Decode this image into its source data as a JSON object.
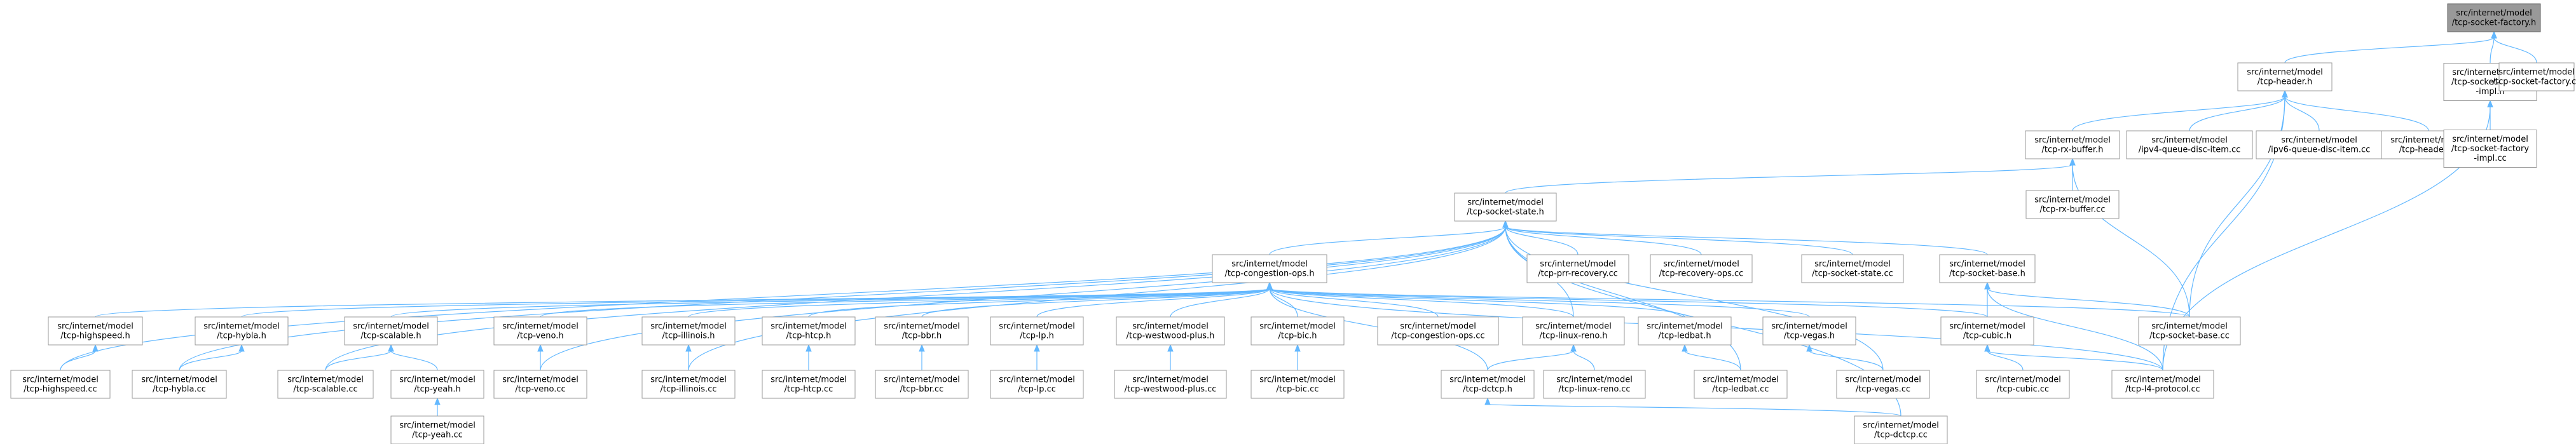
{
  "graph": {
    "colors": {
      "edge": "#63b8ff",
      "node_border": "#999999",
      "root_fill": "#999999",
      "node_fill": "#ffffff"
    },
    "nodes": [
      {
        "id": "n0",
        "lines": [
          "src/internet/model",
          "/tcp-socket-factory.h"
        ],
        "root": true
      },
      {
        "id": "n1",
        "lines": [
          "src/internet/model",
          "/tcp-header.h"
        ]
      },
      {
        "id": "n2",
        "lines": [
          "src/internet/model",
          "/tcp-socket-factory",
          "-impl.h"
        ]
      },
      {
        "id": "n3",
        "lines": [
          "src/internet/model",
          "/tcp-socket-factory.cc"
        ]
      },
      {
        "id": "n4",
        "lines": [
          "src/internet/model",
          "/tcp-rx-buffer.h"
        ]
      },
      {
        "id": "n5",
        "lines": [
          "src/internet/model",
          "/ipv4-queue-disc-item.cc"
        ]
      },
      {
        "id": "n6",
        "lines": [
          "src/internet/model",
          "/ipv6-queue-disc-item.cc"
        ]
      },
      {
        "id": "n7",
        "lines": [
          "src/internet/model",
          "/tcp-header.cc"
        ]
      },
      {
        "id": "n8",
        "lines": [
          "src/internet/model",
          "/tcp-socket-factory",
          "-impl.cc"
        ]
      },
      {
        "id": "n9",
        "lines": [
          "src/internet/model",
          "/tcp-socket-state.h"
        ]
      },
      {
        "id": "n10",
        "lines": [
          "src/internet/model",
          "/tcp-rx-buffer.cc"
        ]
      },
      {
        "id": "n11",
        "lines": [
          "src/internet/model",
          "/tcp-congestion-ops.h"
        ]
      },
      {
        "id": "n12",
        "lines": [
          "src/internet/model",
          "/tcp-prr-recovery.cc"
        ]
      },
      {
        "id": "n13",
        "lines": [
          "src/internet/model",
          "/tcp-recovery-ops.cc"
        ]
      },
      {
        "id": "n14",
        "lines": [
          "src/internet/model",
          "/tcp-socket-state.cc"
        ]
      },
      {
        "id": "n15",
        "lines": [
          "src/internet/model",
          "/tcp-socket-base.h"
        ]
      },
      {
        "id": "n16",
        "lines": [
          "src/internet/model",
          "/tcp-highspeed.h"
        ]
      },
      {
        "id": "n17",
        "lines": [
          "src/internet/model",
          "/tcp-hybla.h"
        ]
      },
      {
        "id": "n18",
        "lines": [
          "src/internet/model",
          "/tcp-scalable.h"
        ]
      },
      {
        "id": "n19",
        "lines": [
          "src/internet/model",
          "/tcp-veno.h"
        ]
      },
      {
        "id": "n20",
        "lines": [
          "src/internet/model",
          "/tcp-illinois.h"
        ]
      },
      {
        "id": "n21",
        "lines": [
          "src/internet/model",
          "/tcp-htcp.h"
        ]
      },
      {
        "id": "n22",
        "lines": [
          "src/internet/model",
          "/tcp-bbr.h"
        ]
      },
      {
        "id": "n23",
        "lines": [
          "src/internet/model",
          "/tcp-lp.h"
        ]
      },
      {
        "id": "n24",
        "lines": [
          "src/internet/model",
          "/tcp-westwood-plus.h"
        ]
      },
      {
        "id": "n25",
        "lines": [
          "src/internet/model",
          "/tcp-bic.h"
        ]
      },
      {
        "id": "n26",
        "lines": [
          "src/internet/model",
          "/tcp-congestion-ops.cc"
        ]
      },
      {
        "id": "n27",
        "lines": [
          "src/internet/model",
          "/tcp-linux-reno.h"
        ]
      },
      {
        "id": "n28",
        "lines": [
          "src/internet/model",
          "/tcp-ledbat.h"
        ]
      },
      {
        "id": "n29",
        "lines": [
          "src/internet/model",
          "/tcp-vegas.h"
        ]
      },
      {
        "id": "n30",
        "lines": [
          "src/internet/model",
          "/tcp-cubic.h"
        ]
      },
      {
        "id": "n31",
        "lines": [
          "src/internet/model",
          "/tcp-socket-base.cc"
        ]
      },
      {
        "id": "n32",
        "lines": [
          "src/internet/model",
          "/tcp-highspeed.cc"
        ]
      },
      {
        "id": "n33",
        "lines": [
          "src/internet/model",
          "/tcp-hybla.cc"
        ]
      },
      {
        "id": "n34",
        "lines": [
          "src/internet/model",
          "/tcp-scalable.cc"
        ]
      },
      {
        "id": "n35",
        "lines": [
          "src/internet/model",
          "/tcp-yeah.h"
        ]
      },
      {
        "id": "n36",
        "lines": [
          "src/internet/model",
          "/tcp-veno.cc"
        ]
      },
      {
        "id": "n37",
        "lines": [
          "src/internet/model",
          "/tcp-illinois.cc"
        ]
      },
      {
        "id": "n38",
        "lines": [
          "src/internet/model",
          "/tcp-htcp.cc"
        ]
      },
      {
        "id": "n39",
        "lines": [
          "src/internet/model",
          "/tcp-bbr.cc"
        ]
      },
      {
        "id": "n40",
        "lines": [
          "src/internet/model",
          "/tcp-lp.cc"
        ]
      },
      {
        "id": "n41",
        "lines": [
          "src/internet/model",
          "/tcp-westwood-plus.cc"
        ]
      },
      {
        "id": "n42",
        "lines": [
          "src/internet/model",
          "/tcp-bic.cc"
        ]
      },
      {
        "id": "n43",
        "lines": [
          "src/internet/model",
          "/tcp-dctcp.h"
        ]
      },
      {
        "id": "n44",
        "lines": [
          "src/internet/model",
          "/tcp-linux-reno.cc"
        ]
      },
      {
        "id": "n45",
        "lines": [
          "src/internet/model",
          "/tcp-ledbat.cc"
        ]
      },
      {
        "id": "n46",
        "lines": [
          "src/internet/model",
          "/tcp-vegas.cc"
        ]
      },
      {
        "id": "n47",
        "lines": [
          "src/internet/model",
          "/tcp-cubic.cc"
        ]
      },
      {
        "id": "n48",
        "lines": [
          "src/internet/model",
          "/tcp-l4-protocol.cc"
        ]
      },
      {
        "id": "n49",
        "lines": [
          "src/internet/model",
          "/tcp-yeah.cc"
        ]
      },
      {
        "id": "n50",
        "lines": [
          "src/internet/model",
          "/tcp-dctcp.cc"
        ]
      }
    ],
    "edges": [
      [
        "n0",
        "n1"
      ],
      [
        "n0",
        "n2"
      ],
      [
        "n0",
        "n3"
      ],
      [
        "n1",
        "n4"
      ],
      [
        "n1",
        "n5"
      ],
      [
        "n1",
        "n6"
      ],
      [
        "n1",
        "n7"
      ],
      [
        "n1",
        "n31"
      ],
      [
        "n1",
        "n48"
      ],
      [
        "n2",
        "n8"
      ],
      [
        "n2",
        "n48"
      ],
      [
        "n4",
        "n9"
      ],
      [
        "n4",
        "n10"
      ],
      [
        "n4",
        "n31"
      ],
      [
        "n9",
        "n11"
      ],
      [
        "n9",
        "n12"
      ],
      [
        "n9",
        "n13"
      ],
      [
        "n9",
        "n14"
      ],
      [
        "n9",
        "n15"
      ],
      [
        "n9",
        "n32"
      ],
      [
        "n9",
        "n33"
      ],
      [
        "n9",
        "n34"
      ],
      [
        "n9",
        "n36"
      ],
      [
        "n9",
        "n37"
      ],
      [
        "n9",
        "n27"
      ],
      [
        "n9",
        "n45"
      ],
      [
        "n9",
        "n46"
      ],
      [
        "n9",
        "n50"
      ],
      [
        "n11",
        "n16"
      ],
      [
        "n11",
        "n17"
      ],
      [
        "n11",
        "n18"
      ],
      [
        "n11",
        "n19"
      ],
      [
        "n11",
        "n20"
      ],
      [
        "n11",
        "n21"
      ],
      [
        "n11",
        "n22"
      ],
      [
        "n11",
        "n23"
      ],
      [
        "n11",
        "n24"
      ],
      [
        "n11",
        "n25"
      ],
      [
        "n11",
        "n26"
      ],
      [
        "n11",
        "n27"
      ],
      [
        "n11",
        "n28"
      ],
      [
        "n11",
        "n29"
      ],
      [
        "n11",
        "n30"
      ],
      [
        "n11",
        "n31"
      ],
      [
        "n11",
        "n48"
      ],
      [
        "n11",
        "n43"
      ],
      [
        "n15",
        "n30"
      ],
      [
        "n15",
        "n31"
      ],
      [
        "n15",
        "n48"
      ],
      [
        "n16",
        "n32"
      ],
      [
        "n17",
        "n33"
      ],
      [
        "n18",
        "n34"
      ],
      [
        "n18",
        "n35"
      ],
      [
        "n19",
        "n36"
      ],
      [
        "n20",
        "n37"
      ],
      [
        "n21",
        "n38"
      ],
      [
        "n22",
        "n39"
      ],
      [
        "n23",
        "n40"
      ],
      [
        "n24",
        "n41"
      ],
      [
        "n25",
        "n42"
      ],
      [
        "n27",
        "n43"
      ],
      [
        "n27",
        "n44"
      ],
      [
        "n28",
        "n45"
      ],
      [
        "n29",
        "n46"
      ],
      [
        "n30",
        "n47"
      ],
      [
        "n30",
        "n48"
      ],
      [
        "n35",
        "n49"
      ],
      [
        "n43",
        "n50"
      ]
    ]
  }
}
